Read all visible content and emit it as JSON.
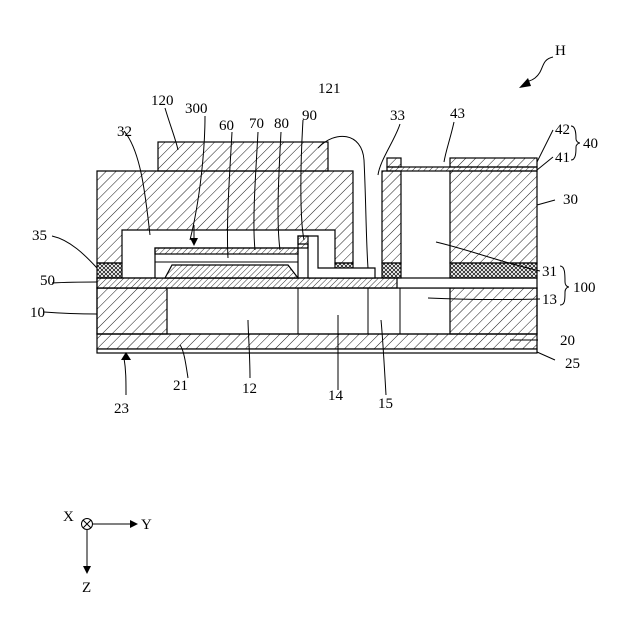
{
  "figure": {
    "arrow_label": "H",
    "labels": {
      "l120": "120",
      "l300": "300",
      "l60": "60",
      "l70": "70",
      "l80": "80",
      "l90": "90",
      "l121": "121",
      "l33": "33",
      "l43": "43",
      "l42": "42",
      "l40": "40",
      "l41": "41",
      "l30": "30",
      "l32": "32",
      "l35": "35",
      "l50": "50",
      "l10": "10",
      "l31": "31",
      "l100": "100",
      "l13": "13",
      "l20": "20",
      "l25": "25",
      "l21": "21",
      "l12": "12",
      "l14": "14",
      "l15": "15",
      "l23": "23"
    },
    "axes": {
      "x": "X",
      "y": "Y",
      "z": "Z"
    }
  }
}
